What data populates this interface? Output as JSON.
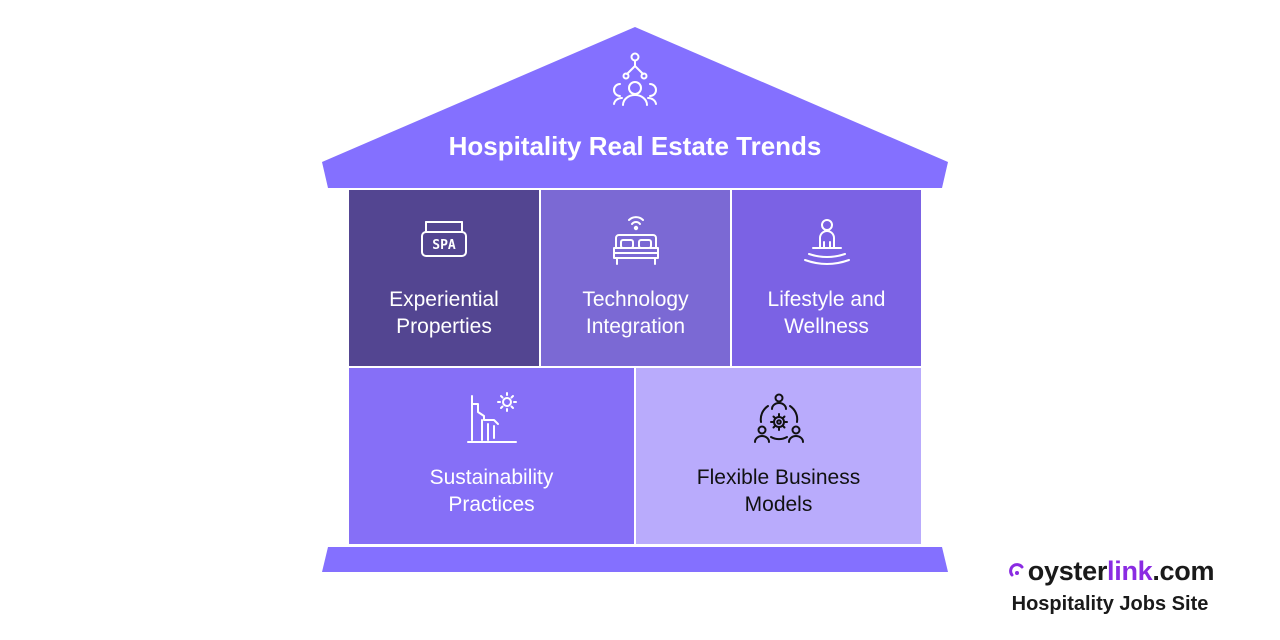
{
  "title": "Hospitality Real Estate Trends",
  "colors": {
    "roof": "#8470FF",
    "base": "#8470FF",
    "cell1": "#534591",
    "cell2": "#7B69D4",
    "cell3": "#7B62E4",
    "cell4": "#866FF7",
    "cell5": "#B9ABFC",
    "brand_accent": "#8a2be2"
  },
  "roof_icon": "person-network-icon",
  "cells": [
    {
      "icon": "spa-sign-icon",
      "lines": [
        "Experiential",
        "Properties"
      ]
    },
    {
      "icon": "smart-bed-icon",
      "lines": [
        "Technology",
        "Integration"
      ]
    },
    {
      "icon": "meditation-icon",
      "lines": [
        "Lifestyle and",
        "Wellness"
      ]
    },
    {
      "icon": "waterfall-sun-icon",
      "lines": [
        "Sustainability",
        "Practices"
      ]
    },
    {
      "icon": "team-gear-icon",
      "lines": [
        "Flexible Business",
        "Models"
      ]
    }
  ],
  "brand": {
    "name_part1": "oyster",
    "name_part2": "link",
    "name_part3": ".com",
    "tagline": "Hospitality Jobs Site"
  }
}
